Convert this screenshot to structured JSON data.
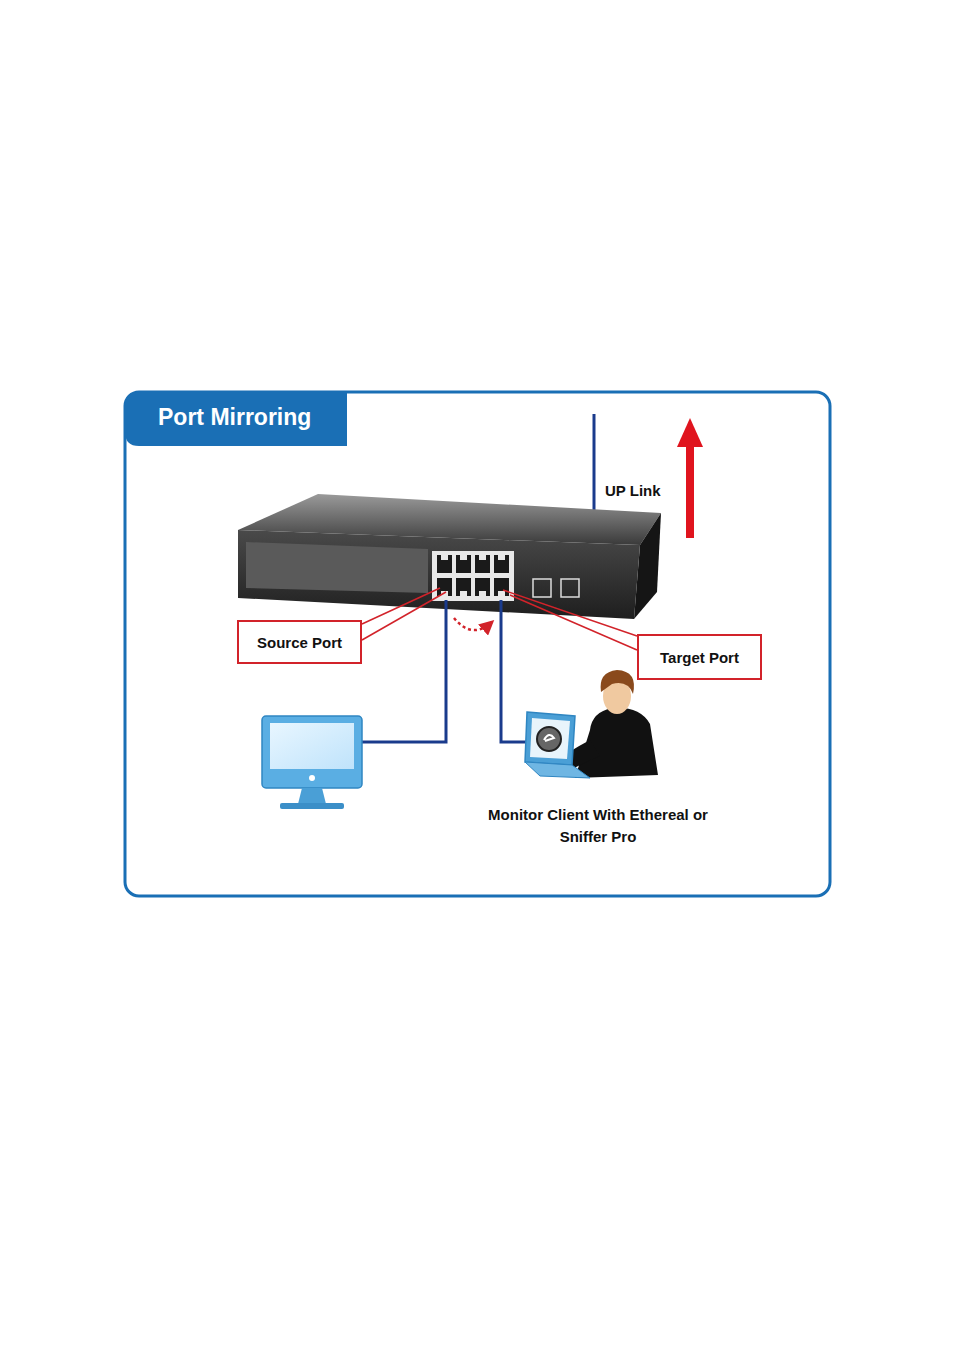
{
  "diagram": {
    "title": "Port Mirroring",
    "nodes": [
      {
        "text": [
          "Source Port"
        ]
      },
      {
        "text": [
          "Target Port"
        ]
      }
    ],
    "labels": [
      "UP Link",
      "Monitor Client With Ethereal or Sniffer Pro"
    ]
  }
}
